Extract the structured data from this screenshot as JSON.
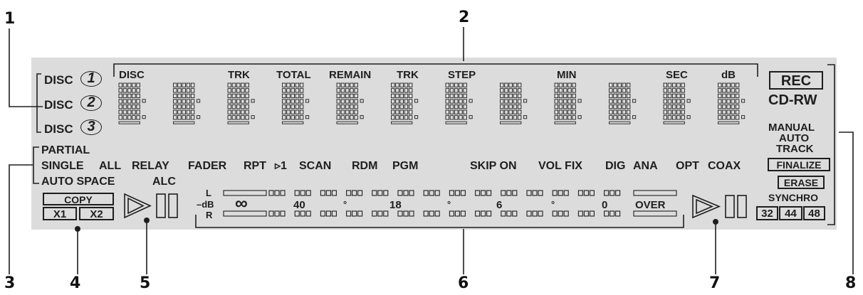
{
  "callouts": [
    "1",
    "2",
    "3",
    "4",
    "5",
    "6",
    "7",
    "8"
  ],
  "disc": {
    "label": "DISC",
    "numbers": [
      "1",
      "2",
      "3"
    ]
  },
  "char_labels": [
    "DISC",
    "",
    "TRK",
    "TOTAL",
    "REMAIN",
    "TRK",
    "STEP",
    "",
    "MIN",
    "",
    "SEC",
    "dB"
  ],
  "mode_row1": [
    "PARTIAL"
  ],
  "mode_row2": [
    "SINGLE",
    "ALL",
    "RELAY",
    "FADER",
    "RPT",
    "▹1",
    "SCAN",
    "RDM",
    "PGM",
    "SKIP ON",
    "VOL FIX",
    "DIG",
    "ANA",
    "OPT",
    "COAX"
  ],
  "mode_row3": [
    "AUTO SPACE",
    "ALC"
  ],
  "copy": {
    "label": "COPY",
    "x1": "X1",
    "x2": "X2"
  },
  "meter": {
    "l_label": "L",
    "db_label": "–dB",
    "r_label": "R",
    "scale": [
      "∞",
      "40",
      "°",
      "18",
      "°",
      "6",
      "°",
      "0",
      "OVER"
    ]
  },
  "right": {
    "rec": "REC",
    "cdrw": "CD-RW",
    "manual": "MANUAL",
    "auto": "AUTO",
    "track": "TRACK",
    "finalize": "FINALIZE",
    "erase": "ERASE",
    "synchro": "SYNCHRO",
    "rates": [
      "32",
      "44",
      "48"
    ]
  },
  "colors": {
    "panel": "#dcdcdc",
    "ink": "#1e1e1e"
  }
}
